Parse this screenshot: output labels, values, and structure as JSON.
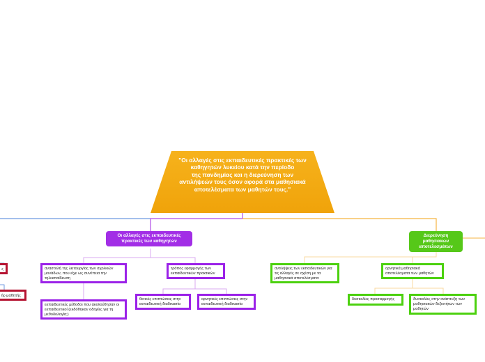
{
  "colors": {
    "central_top": "#f6b21c",
    "central_bottom": "#f0a30a",
    "purple_main": "#a22ee6",
    "purple_border": "#9b22e8",
    "green_main": "#56c819",
    "green_border": "#4cd10f",
    "red_border": "#b51432",
    "blue_line": "#4a7fd8",
    "purple_line": "#b04ce6",
    "orange_line": "#f5b342",
    "light_purple_line": "#d8a8f2",
    "light_orange_line": "#f8d9a0"
  },
  "central": {
    "title": "\"Οι αλλαγές στις εκπαιδευτικές πρακτικές των καθηγητών λυκείου κατά την περίοδο\nτης πανδημίας και η διερεύνηση των αντιλήψεών τους όσον αφορά στα μαθησιακά\nαποτελέσματα των μαθητών τους.\""
  },
  "branches": {
    "practices": {
      "label": "Οι αλλαγές στις εκπαιδευτικές πρακτικές των καθηγητών",
      "children": {
        "suspension": "αναστολή της λειτουργίας των σχολικών μονάδων, που είχε ως συνέπεια την τηλεκπαίδευση",
        "methods": "εκπαιδευτικές μέθοδοι που ακολούθησαν οι εκπαιδευτικοί (εκδόθηκαν οδηγίες για τη μεθοδολογία;)",
        "application": {
          "label": "τρόπος εφαρμογής των εκπαιδευτικών πρακτικών",
          "positive": "θετικές επιπτώσεις στην εκπαιδευτική διαδικασία",
          "negative": "αρνητικές επιπτώσεις στην εκπαιδευτική διαδικασία"
        }
      }
    },
    "outcomes": {
      "label": "Διερεύνηση μαθησιακών αποτελεσμάτων",
      "children": {
        "perceptions": "αντιλήψεις των εκπαιδευτικών για τις αλλαγές σε σχέση με τα μαθησιακά αποτελέσματα",
        "negative": {
          "label": "αρνητικά μαθησιακά αποτελέσματα των μαθητών",
          "adaptation": "δυσκολίες προσαρμογής",
          "development": "δυσκολίες στην ανάπτυξη των μαθησιακών δεξιοτήτων των μαθητών"
        }
      }
    },
    "left_partial": {
      "node1": "ς",
      "node2": "ής-μαθητής"
    }
  }
}
